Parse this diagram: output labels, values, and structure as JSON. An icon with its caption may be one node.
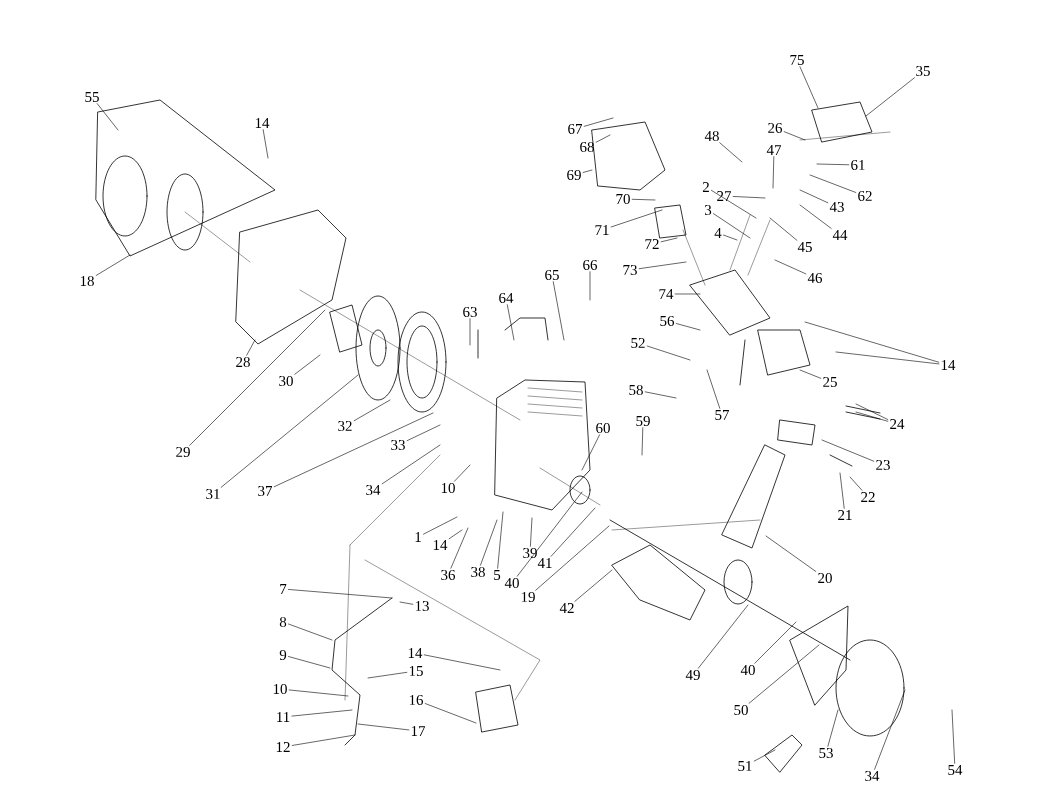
{
  "diagram": {
    "nodes": [
      {
        "text": [
          "55"
        ]
      },
      {
        "text": [
          "14"
        ]
      },
      {
        "text": [
          "18"
        ]
      },
      {
        "text": [
          "28"
        ]
      },
      {
        "text": [
          "30"
        ]
      },
      {
        "text": [
          "29"
        ]
      },
      {
        "text": [
          "31"
        ]
      },
      {
        "text": [
          "32"
        ]
      },
      {
        "text": [
          "37"
        ]
      },
      {
        "text": [
          "33"
        ]
      },
      {
        "text": [
          "34"
        ]
      },
      {
        "text": [
          "10"
        ]
      },
      {
        "text": [
          "1"
        ]
      },
      {
        "text": [
          "14"
        ]
      },
      {
        "text": [
          "36"
        ]
      },
      {
        "text": [
          "38"
        ]
      },
      {
        "text": [
          "5"
        ]
      },
      {
        "text": [
          "39"
        ]
      },
      {
        "text": [
          "40"
        ]
      },
      {
        "text": [
          "41"
        ]
      },
      {
        "text": [
          "19"
        ]
      },
      {
        "text": [
          "42"
        ]
      },
      {
        "text": [
          "60"
        ]
      },
      {
        "text": [
          "59"
        ]
      },
      {
        "text": [
          "58"
        ]
      },
      {
        "text": [
          "57"
        ]
      },
      {
        "text": [
          "52"
        ]
      },
      {
        "text": [
          "56"
        ]
      },
      {
        "text": [
          "65"
        ]
      },
      {
        "text": [
          "66"
        ]
      },
      {
        "text": [
          "63"
        ]
      },
      {
        "text": [
          "64"
        ]
      },
      {
        "text": [
          "67"
        ]
      },
      {
        "text": [
          "68"
        ]
      },
      {
        "text": [
          "69"
        ]
      },
      {
        "text": [
          "70"
        ]
      },
      {
        "text": [
          "71"
        ]
      },
      {
        "text": [
          "72"
        ]
      },
      {
        "text": [
          "73"
        ]
      },
      {
        "text": [
          "74"
        ]
      },
      {
        "text": [
          "2"
        ]
      },
      {
        "text": [
          "27"
        ]
      },
      {
        "text": [
          "48"
        ]
      },
      {
        "text": [
          "47"
        ]
      },
      {
        "text": [
          "26"
        ]
      },
      {
        "text": [
          "75"
        ]
      },
      {
        "text": [
          "35"
        ]
      },
      {
        "text": [
          "61"
        ]
      },
      {
        "text": [
          "62"
        ]
      },
      {
        "text": [
          "43"
        ]
      },
      {
        "text": [
          "44"
        ]
      },
      {
        "text": [
          "45"
        ]
      },
      {
        "text": [
          "3"
        ]
      },
      {
        "text": [
          "4"
        ]
      },
      {
        "text": [
          "46"
        ]
      },
      {
        "text": [
          "14"
        ]
      },
      {
        "text": [
          "25"
        ]
      },
      {
        "text": [
          "24"
        ]
      },
      {
        "text": [
          "23"
        ]
      },
      {
        "text": [
          "22"
        ]
      },
      {
        "text": [
          "21"
        ]
      },
      {
        "text": [
          "20"
        ]
      },
      {
        "text": [
          "49"
        ]
      },
      {
        "text": [
          "40"
        ]
      },
      {
        "text": [
          "50"
        ]
      },
      {
        "text": [
          "51"
        ]
      },
      {
        "text": [
          "53"
        ]
      },
      {
        "text": [
          "34"
        ]
      },
      {
        "text": [
          "54"
        ]
      },
      {
        "text": [
          "7"
        ]
      },
      {
        "text": [
          "13"
        ]
      },
      {
        "text": [
          "8"
        ]
      },
      {
        "text": [
          "9"
        ]
      },
      {
        "text": [
          "10"
        ]
      },
      {
        "text": [
          "11"
        ]
      },
      {
        "text": [
          "12"
        ]
      },
      {
        "text": [
          "15"
        ]
      },
      {
        "text": [
          "17"
        ]
      },
      {
        "text": [
          "14"
        ]
      },
      {
        "text": [
          "16"
        ]
      }
    ],
    "edges": [
      {
        "from": 0,
        "to": null,
        "arrow": "none"
      },
      {
        "from": 1,
        "to": null,
        "arrow": "none"
      },
      {
        "from": 2,
        "to": null,
        "arrow": "none"
      },
      {
        "from": 3,
        "to": null,
        "arrow": "none"
      },
      {
        "from": 4,
        "to": null,
        "arrow": "none"
      },
      {
        "from": 5,
        "to": null,
        "arrow": "none"
      },
      {
        "from": 6,
        "to": null,
        "arrow": "none"
      },
      {
        "from": 7,
        "to": null,
        "arrow": "none"
      },
      {
        "from": 8,
        "to": null,
        "arrow": "none"
      },
      {
        "from": 9,
        "to": null,
        "arrow": "none"
      },
      {
        "from": 10,
        "to": null,
        "arrow": "none"
      },
      {
        "from": 11,
        "to": null,
        "arrow": "none"
      },
      {
        "from": 12,
        "to": null,
        "arrow": "none"
      },
      {
        "from": 13,
        "to": null,
        "arrow": "none"
      },
      {
        "from": 14,
        "to": null,
        "arrow": "none"
      },
      {
        "from": 15,
        "to": null,
        "arrow": "none"
      },
      {
        "from": 16,
        "to": null,
        "arrow": "none"
      },
      {
        "from": 17,
        "to": null,
        "arrow": "none"
      },
      {
        "from": 18,
        "to": null,
        "arrow": "none"
      },
      {
        "from": 19,
        "to": null,
        "arrow": "none"
      },
      {
        "from": 20,
        "to": null,
        "arrow": "none"
      },
      {
        "from": 21,
        "to": null,
        "arrow": "none"
      },
      {
        "from": 22,
        "to": null,
        "arrow": "none"
      },
      {
        "from": 23,
        "to": null,
        "arrow": "none"
      },
      {
        "from": 24,
        "to": null,
        "arrow": "none"
      },
      {
        "from": 25,
        "to": null,
        "arrow": "none"
      },
      {
        "from": 26,
        "to": null,
        "arrow": "none"
      },
      {
        "from": 27,
        "to": null,
        "arrow": "none"
      },
      {
        "from": 28,
        "to": null,
        "arrow": "none"
      },
      {
        "from": 29,
        "to": null,
        "arrow": "none"
      },
      {
        "from": 30,
        "to": null,
        "arrow": "none"
      },
      {
        "from": 31,
        "to": null,
        "arrow": "none"
      },
      {
        "from": 32,
        "to": null,
        "arrow": "none"
      },
      {
        "from": 33,
        "to": null,
        "arrow": "none"
      },
      {
        "from": 34,
        "to": null,
        "arrow": "none"
      },
      {
        "from": 35,
        "to": null,
        "arrow": "none"
      },
      {
        "from": 36,
        "to": null,
        "arrow": "none"
      },
      {
        "from": 37,
        "to": null,
        "arrow": "none"
      },
      {
        "from": 38,
        "to": null,
        "arrow": "none"
      },
      {
        "from": 39,
        "to": null,
        "arrow": "none"
      },
      {
        "from": 40,
        "to": null,
        "arrow": "none"
      },
      {
        "from": 41,
        "to": null,
        "arrow": "none"
      },
      {
        "from": 42,
        "to": null,
        "arrow": "none"
      },
      {
        "from": 43,
        "to": null,
        "arrow": "none"
      },
      {
        "from": 44,
        "to": null,
        "arrow": "none"
      },
      {
        "from": 45,
        "to": null,
        "arrow": "none"
      },
      {
        "from": 46,
        "to": null,
        "arrow": "none"
      },
      {
        "from": 47,
        "to": null,
        "arrow": "none"
      },
      {
        "from": 48,
        "to": null,
        "arrow": "none"
      },
      {
        "from": 49,
        "to": null,
        "arrow": "none"
      },
      {
        "from": 50,
        "to": null,
        "arrow": "none"
      },
      {
        "from": 51,
        "to": null,
        "arrow": "none"
      },
      {
        "from": 52,
        "to": null,
        "arrow": "none"
      },
      {
        "from": 53,
        "to": null,
        "arrow": "none"
      },
      {
        "from": 54,
        "to": null,
        "arrow": "none"
      },
      {
        "from": 55,
        "to": null,
        "arrow": "none"
      },
      {
        "from": 55,
        "to": null,
        "arrow": "none"
      },
      {
        "from": 56,
        "to": null,
        "arrow": "none"
      },
      {
        "from": 57,
        "to": null,
        "arrow": "none"
      },
      {
        "from": 57,
        "to": null,
        "arrow": "none"
      },
      {
        "from": 58,
        "to": null,
        "arrow": "none"
      },
      {
        "from": 59,
        "to": null,
        "arrow": "none"
      },
      {
        "from": 60,
        "to": null,
        "arrow": "none"
      },
      {
        "from": 61,
        "to": null,
        "arrow": "none"
      },
      {
        "from": 62,
        "to": null,
        "arrow": "none"
      },
      {
        "from": 63,
        "to": null,
        "arrow": "none"
      },
      {
        "from": 64,
        "to": null,
        "arrow": "none"
      },
      {
        "from": 65,
        "to": null,
        "arrow": "none"
      },
      {
        "from": 66,
        "to": null,
        "arrow": "none"
      },
      {
        "from": 67,
        "to": null,
        "arrow": "none"
      },
      {
        "from": 68,
        "to": null,
        "arrow": "none"
      },
      {
        "from": 69,
        "to": null,
        "arrow": "none"
      },
      {
        "from": 70,
        "to": null,
        "arrow": "none"
      },
      {
        "from": 71,
        "to": null,
        "arrow": "none"
      },
      {
        "from": 72,
        "to": null,
        "arrow": "none"
      },
      {
        "from": 73,
        "to": null,
        "arrow": "none"
      },
      {
        "from": 74,
        "to": null,
        "arrow": "none"
      },
      {
        "from": 75,
        "to": null,
        "arrow": "none"
      },
      {
        "from": 76,
        "to": null,
        "arrow": "none"
      },
      {
        "from": 77,
        "to": null,
        "arrow": "none"
      },
      {
        "from": 78,
        "to": null,
        "arrow": "none"
      },
      {
        "from": 79,
        "to": null,
        "arrow": "none"
      }
    ]
  }
}
